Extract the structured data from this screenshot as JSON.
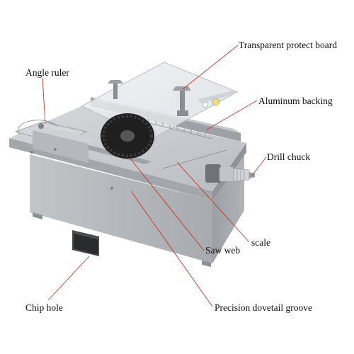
{
  "labels": {
    "transparent_protect_board": "Transparent protect board",
    "aluminum_backing": "Aluminum backing",
    "drill_chuck": "Drill chuck",
    "angle_ruler": "Angle ruler",
    "scale": "scale",
    "saw_web": "Saw web",
    "chip_hole": "Chip hole",
    "precision_dovetail_groove": "Precision dovetail groove"
  },
  "colors": {
    "leader_line": "#c0392b",
    "aluminum_top": "#c9ccd0",
    "aluminum_side": "#a9adb2",
    "aluminum_front": "#b8bbbf",
    "blade": "#222222",
    "label_text": "#111111"
  }
}
